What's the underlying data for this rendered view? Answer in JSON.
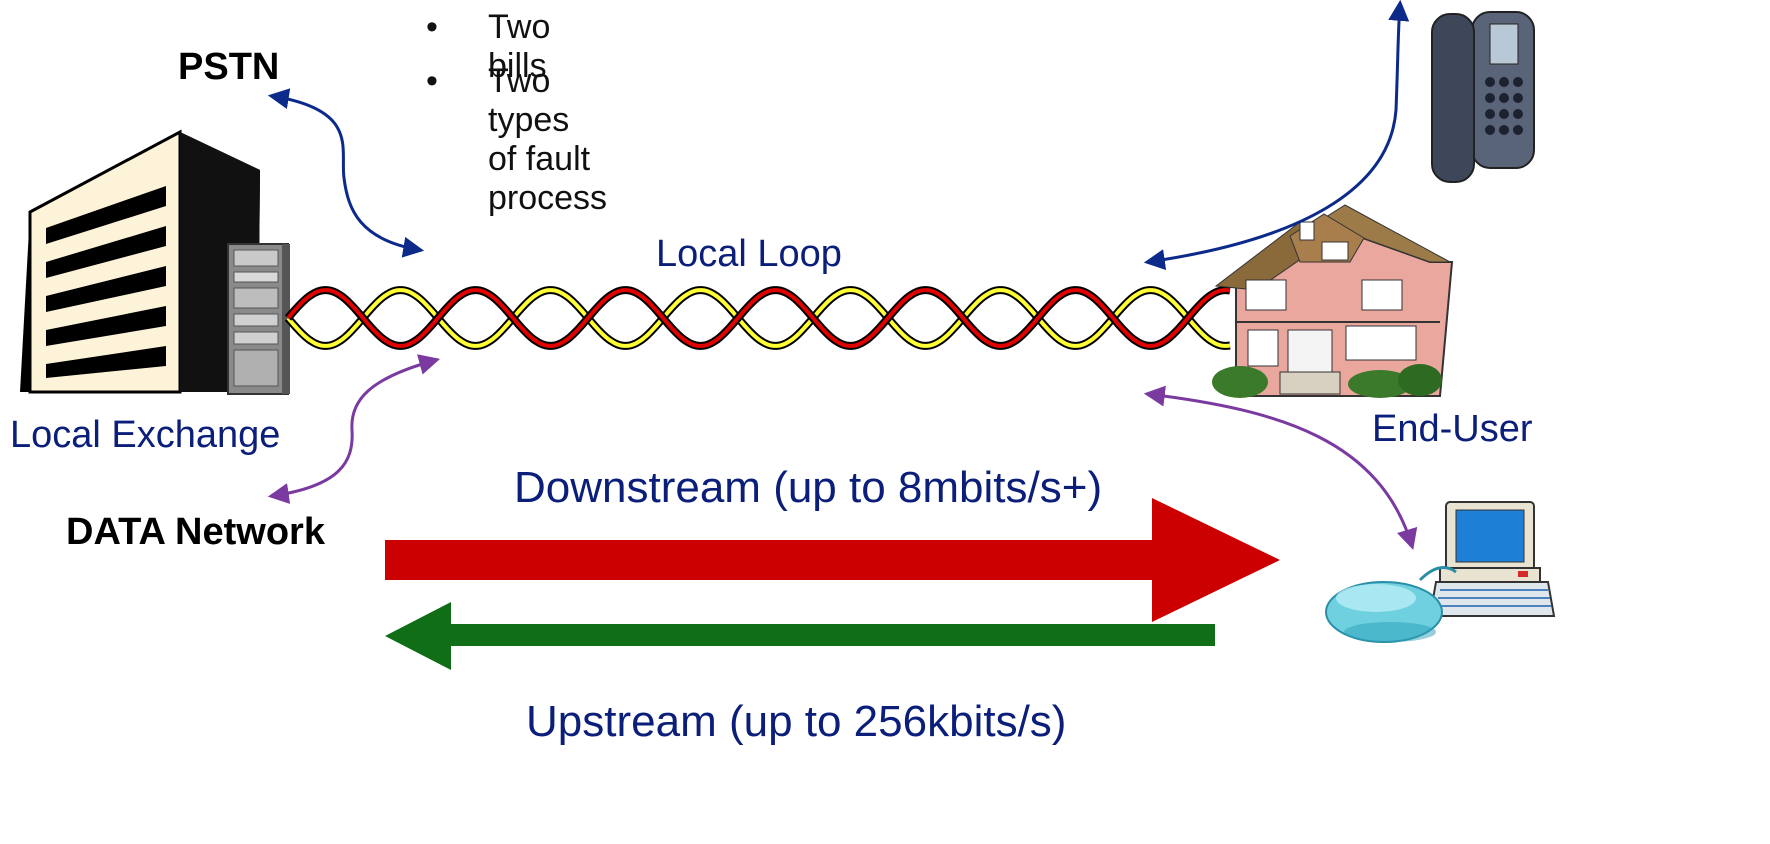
{
  "bullets": [
    {
      "symbol": "•",
      "text": "Two bills"
    },
    {
      "symbol": "•",
      "text": "Two types of fault process"
    }
  ],
  "labels": {
    "pstn": "PSTN",
    "data_network": "DATA Network",
    "local_exchange": "Local Exchange",
    "local_loop": "Local Loop",
    "end_user": "End-User",
    "downstream": "Downstream (up to 8mbits/s+)",
    "upstream": "Upstream (up to 256kbits/s)"
  },
  "icons": [
    "exchange-building-icon",
    "server-cabinet-icon",
    "telephone-icon",
    "house-icon",
    "computer-icon",
    "modem-icon"
  ],
  "colors": {
    "label_text": "#0a1e7a",
    "voice_arrow": "#0b2a8a",
    "data_arrow": "#7a3aa0",
    "downstream_arrow": "#cc0000",
    "upstream_arrow": "#0f6e16",
    "wire_red": "#e00000",
    "wire_yellow": "#ffff33"
  }
}
